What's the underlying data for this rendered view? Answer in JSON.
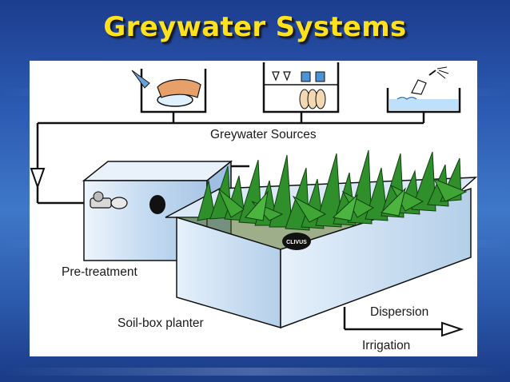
{
  "slide": {
    "title": "Greywater Systems"
  },
  "diagram": {
    "labels": {
      "sources": "Greywater Sources",
      "pretreatment": "Pre-treatment",
      "planter": "Soil-box planter",
      "dispersion": "Dispersion",
      "irrigation": "Irrigation"
    },
    "brand": "CLIVUS",
    "source_icons": [
      "washing-basin-icon",
      "dishes-icon",
      "bath-shower-icon"
    ],
    "colors": {
      "title": "#ffe21c",
      "tank": "#c9dcf0",
      "plant": "#2f8f2a",
      "line": "#111111"
    }
  }
}
